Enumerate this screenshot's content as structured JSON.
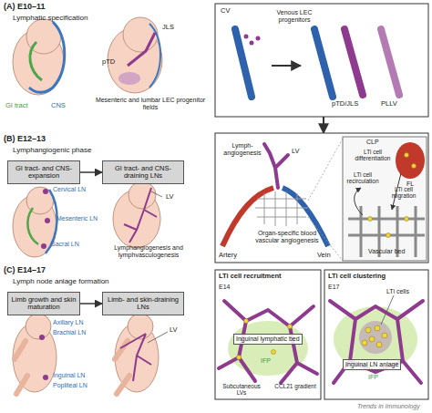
{
  "diagram": {
    "nodes": [
      {
        "text": [
          "GI tract- and CNS-expansion"
        ]
      },
      {
        "text": [
          "GI tract- and CNS-draining LNs"
        ]
      },
      {
        "text": [
          "Limb growth and skin maturation"
        ]
      },
      {
        "text": [
          "Limb- and skin-draining LNs"
        ]
      }
    ],
    "edges": [
      {
        "from": 0,
        "to": 1,
        "arrow": "to"
      },
      {
        "from": 2,
        "to": 3,
        "arrow": "to"
      }
    ],
    "labels": [
      "(A) E10–11",
      "Lymphatic specification",
      "GI tract",
      "CNS",
      "JLS",
      "pTD",
      "Mesenteric and lumbar LEC progenitor fields",
      "CV",
      "Venous LEC progenitors",
      "pTD/JLS",
      "PLLV",
      "(B) E12–13",
      "Lymphangiogenic phase",
      "Cervical LN",
      "Mesenteric LN",
      "Sacral LN",
      "LV",
      "Lymphangiogenesis and lymphvasculogenesis",
      "Lymph-angiogenesis",
      "LV",
      "Organ-specific blood vascular angiogenesis",
      "Artery",
      "Vein",
      "LTi cell recirculation",
      "CLP",
      "LTi cell differentiation",
      "FL",
      "LTi cell migration",
      "Vascular bed",
      "(C) E14–17",
      "Lymph node anlage formation",
      "Axillary LN",
      "Brachial LN",
      "Inguinal LN",
      "Popliteal LN",
      "LV",
      "LTi cell recruitment",
      "E14",
      "Inguinal lymphatic bed",
      "IFP",
      "Subcutaneous LVs",
      "CCL21 gradient",
      "LTi cell clustering",
      "E17",
      "LTi cells",
      "Inguinal LN anlage",
      "IFP",
      "Trends in Immunology"
    ]
  }
}
